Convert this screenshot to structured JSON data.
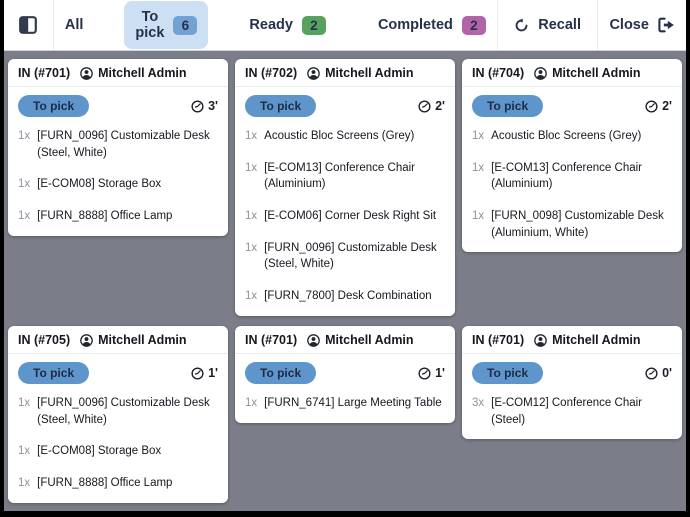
{
  "topbar": {
    "tabs": [
      {
        "label": "All",
        "count": null,
        "active": false,
        "badge_color": null
      },
      {
        "label": "To pick",
        "count": "6",
        "active": true,
        "badge_color": "#72a2d3"
      },
      {
        "label": "Ready",
        "count": "2",
        "active": false,
        "badge_color": "#58a25f"
      },
      {
        "label": "Completed",
        "count": "2",
        "active": false,
        "badge_color": "#b164a8"
      }
    ],
    "recall_label": "Recall",
    "close_label": "Close"
  },
  "icons": {
    "sidebar_toggle": "panel-left",
    "user": "user-circle",
    "clock": "clock",
    "recall": "rotate-left",
    "close": "sign-out"
  },
  "colors": {
    "main_bg": "#7b7e88",
    "active_tab_bg": "#cde0f3",
    "pill_blue": "#5e96cc",
    "topbar_text": "#26304a"
  },
  "cards": [
    {
      "reference": "IN (#701)",
      "responsible": "Mitchell Admin",
      "status": "To pick",
      "time": "3'",
      "lines": [
        {
          "qty": "1x",
          "name": "[FURN_0096] Customizable Desk (Steel, White)"
        },
        {
          "qty": "1x",
          "name": "[E-COM08] Storage Box"
        },
        {
          "qty": "1x",
          "name": "[FURN_8888] Office Lamp"
        }
      ]
    },
    {
      "reference": "IN (#702)",
      "responsible": "Mitchell Admin",
      "status": "To pick",
      "time": "2'",
      "lines": [
        {
          "qty": "1x",
          "name": "Acoustic Bloc Screens (Grey)"
        },
        {
          "qty": "1x",
          "name": "[E-COM13] Conference Chair (Aluminium)"
        },
        {
          "qty": "1x",
          "name": "[E-COM06] Corner Desk Right Sit"
        },
        {
          "qty": "1x",
          "name": "[FURN_0096] Customizable Desk (Steel, White)"
        },
        {
          "qty": "1x",
          "name": "[FURN_7800] Desk Combination"
        }
      ]
    },
    {
      "reference": "IN (#704)",
      "responsible": "Mitchell Admin",
      "status": "To pick",
      "time": "2'",
      "lines": [
        {
          "qty": "1x",
          "name": "Acoustic Bloc Screens (Grey)"
        },
        {
          "qty": "1x",
          "name": "[E-COM13] Conference Chair (Aluminium)"
        },
        {
          "qty": "1x",
          "name": "[FURN_0098] Customizable Desk (Aluminium, White)"
        }
      ]
    },
    {
      "reference": "IN (#705)",
      "responsible": "Mitchell Admin",
      "status": "To pick",
      "time": "1'",
      "lines": [
        {
          "qty": "1x",
          "name": "[FURN_0096] Customizable Desk (Steel, White)"
        },
        {
          "qty": "1x",
          "name": "[E-COM08] Storage Box"
        },
        {
          "qty": "1x",
          "name": "[FURN_8888] Office Lamp"
        }
      ]
    },
    {
      "reference": "IN (#701)",
      "responsible": "Mitchell Admin",
      "status": "To pick",
      "time": "1'",
      "lines": [
        {
          "qty": "1x",
          "name": "[FURN_6741] Large Meeting Table"
        }
      ]
    },
    {
      "reference": "IN (#701)",
      "responsible": "Mitchell Admin",
      "status": "To pick",
      "time": "0'",
      "lines": [
        {
          "qty": "3x",
          "name": "[E-COM12] Conference Chair (Steel)"
        }
      ]
    }
  ]
}
